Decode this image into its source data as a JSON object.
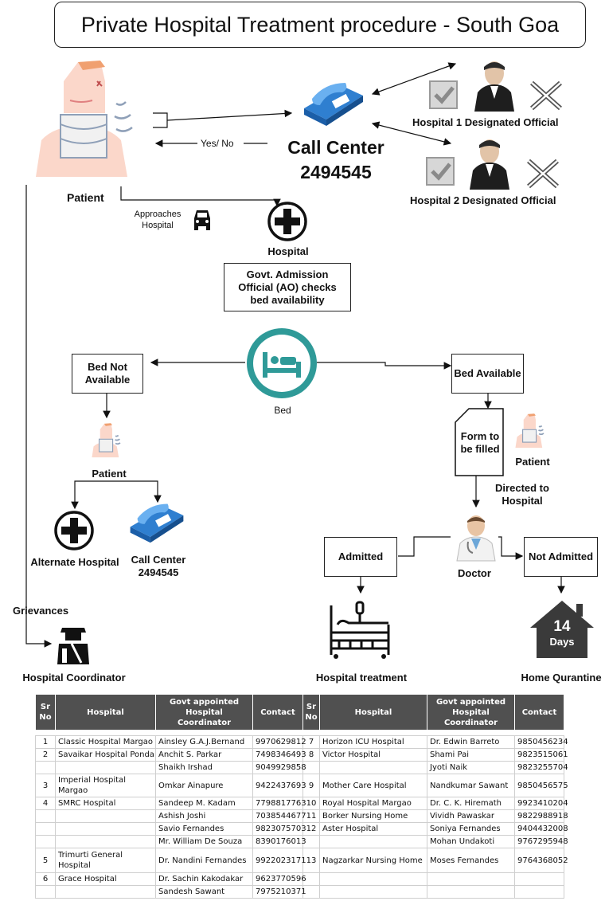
{
  "title": "Private Hospital Treatment procedure - South Goa",
  "labels": {
    "patient": "Patient",
    "yes_no": "Yes/ No",
    "call_center": "Call Center",
    "call_center_number": "2494545",
    "hospital1_official": "Hospital 1 Designated Official",
    "hospital2_official": "Hospital 2 Designated Official",
    "approaches_hospital": "Approaches Hospital",
    "hospital": "Hospital",
    "ao_box": "Govt. Admission Official (AO) checks bed availability",
    "bed": "Bed",
    "bed_not_available": "Bed Not Available",
    "bed_available": "Bed Available",
    "form_to_be_filled": "Form to be filled",
    "patient_small_left": "Patient",
    "patient_small_right": "Patient",
    "directed_to_hospital": "Directed to Hospital",
    "alternate_hospital": "Alternate Hospital",
    "call_center_small": "Call Center",
    "call_center_small_number": "2494545",
    "admitted": "Admitted",
    "doctor": "Doctor",
    "not_admitted": "Not Admitted",
    "grievances": "Grievances",
    "hospital_coordinator": "Hospital Coordinator",
    "hospital_treatment": "Hospital treatment",
    "home_quarantine": "Home Qurantine",
    "quarantine_days_number": "14",
    "quarantine_days_word": "Days"
  },
  "table": {
    "headers": [
      "Sr No",
      "Hospital",
      "Govt appointed Hospital Coordinator",
      "Contact",
      "Sr No",
      "Hospital",
      "Govt appointed Hospital Coordinator",
      "Contact"
    ],
    "rows": [
      [
        "1",
        "Classic Hospital Margao",
        "Ainsley G.A.J.Bernand",
        "9970629812",
        "7",
        "Horizon ICU Hospital",
        "Dr. Edwin Barreto",
        "9850456234"
      ],
      [
        "2",
        "Savaikar Hospital Ponda",
        "Anchit S. Parkar",
        "7498346493",
        "8",
        "Victor Hospital",
        "Shami Pai",
        "9823515061"
      ],
      [
        "",
        "",
        "Shaikh Irshad",
        "9049929858",
        "",
        "",
        "Jyoti Naik",
        "9823255704"
      ],
      [
        "3",
        "Imperial Hospital Margao",
        "Omkar Ainapure",
        "9422437693",
        "9",
        "Mother Care Hospital",
        "Nandkumar Sawant",
        "9850456575"
      ],
      [
        "4",
        "SMRC Hospital",
        "Sandeep M. Kadam",
        "7798817763",
        "10",
        "Royal Hospital Margao",
        "Dr. C. K. Hiremath",
        "9923410204"
      ],
      [
        "",
        "",
        "Ashish Joshi",
        "7038544677",
        "11",
        "Borker Nursing Home",
        "Vividh Pawaskar",
        "9822988918"
      ],
      [
        "",
        "",
        "Savio Fernandes",
        "9823075703",
        "12",
        "Aster Hospital",
        "Soniya Fernandes",
        "9404432008"
      ],
      [
        "",
        "",
        "Mr. William De Souza",
        "8390176013",
        "",
        "",
        "Mohan Undakoti",
        "9767295948"
      ],
      [
        "5",
        "Trimurti General Hospital",
        "Dr. Nandini Fernandes",
        "9922023171",
        "13",
        "Nagzarkar Nursing Home",
        "Moses Fernandes",
        "9764368052"
      ],
      [
        "6",
        "Grace Hospital",
        "Dr. Sachin Kakodakar",
        "9623770596",
        "",
        "",
        "",
        ""
      ],
      [
        "",
        "",
        "Sandesh Sawant",
        "7975210371",
        "",
        "",
        "",
        ""
      ]
    ]
  }
}
